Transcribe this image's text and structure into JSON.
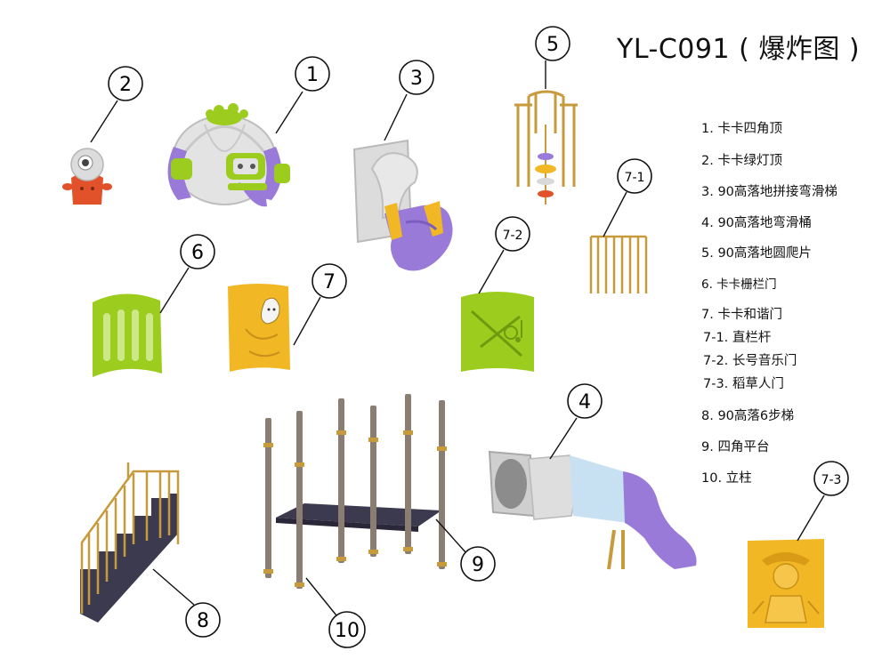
{
  "title": "YL-C091 ( 爆炸图 )",
  "legend": [
    "1. 卡卡四角顶",
    "2. 卡卡绿灯顶",
    "3. 90高落地拼接弯滑梯",
    "4. 90高落地弯滑桶",
    "5. 90高落地圆爬片",
    "6. 卡卡栅栏门",
    "7. 卡卡和谐门",
    "7-1. 直栏杆",
    "7-2. 长号音乐门",
    "7-3. 稻草人门",
    "8. 90高落6步梯",
    "9. 四角平台",
    "10. 立柱"
  ],
  "callouts": [
    "1",
    "2",
    "3",
    "4",
    "5",
    "6",
    "7",
    "7-1",
    "7-2",
    "7-3",
    "8",
    "9",
    "10"
  ],
  "colors": {
    "purple": "#9a7ad8",
    "green": "#9ccc1e",
    "yellow": "#f2b724",
    "orange": "#f6a41c",
    "grey": "#d9d9d9",
    "gold": "#c79a3b",
    "post": "#8a7e72",
    "deck": "#3c3a4e",
    "red": "#e2522a"
  }
}
